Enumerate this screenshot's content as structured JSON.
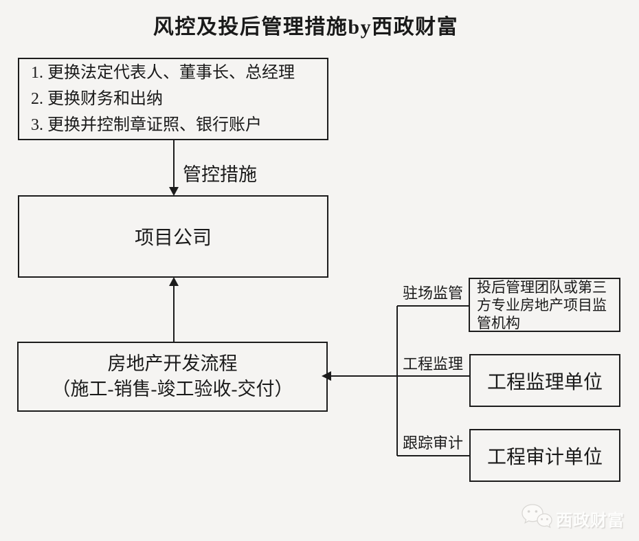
{
  "page": {
    "title": "风控及投后管理措施by西政财富"
  },
  "colors": {
    "background": "#f5f4f2",
    "line": "#1c1c1c",
    "text": "#1a1a1a",
    "watermark": "#fdfdfc"
  },
  "flowchart": {
    "control_measures": {
      "items": [
        "1. 更换法定代表人、董事长、总经理",
        "2. 更换财务和出纳",
        "3. 更换并控制章证照、银行账户"
      ]
    },
    "control_arrow_label": "管控措施",
    "project_company": "项目公司",
    "dev_process": {
      "line1": "房地产开发流程",
      "line2": "（施工-销售-竣工验收-交付）"
    },
    "branches": [
      {
        "label": "驻场监管",
        "box": "投后管理团队或第三方专业房地产项目监管机构"
      },
      {
        "label": "工程监理",
        "box": "工程监理单位"
      },
      {
        "label": "跟踪审计",
        "box": "工程审计单位"
      }
    ]
  },
  "watermark": {
    "brand": "西政财富",
    "logo": "wechat-bubbles-icon"
  }
}
